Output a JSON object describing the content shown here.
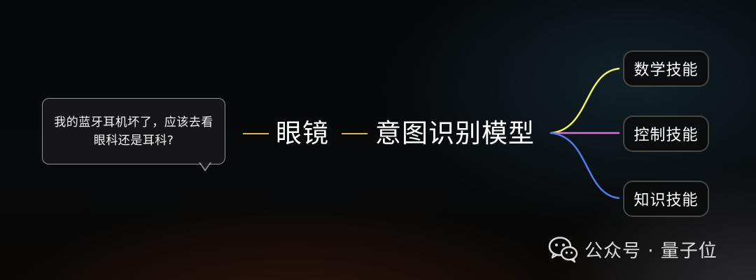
{
  "bubble": {
    "text": "我的蓝牙耳机坏了，应该去看眼科还是耳科?"
  },
  "flow": {
    "node_1": "眼镜",
    "node_2": "意图识别模型"
  },
  "skills": [
    {
      "label": "数学技能",
      "line_color": "#f2f25a"
    },
    {
      "label": "控制技能",
      "line_color": "#d777d2"
    },
    {
      "label": "知识技能",
      "line_color": "#4f7cf0"
    }
  ],
  "connector_color": "#e0b34a",
  "watermark": {
    "icon": "wechat-icon",
    "text": "公众号 · 量子位"
  }
}
